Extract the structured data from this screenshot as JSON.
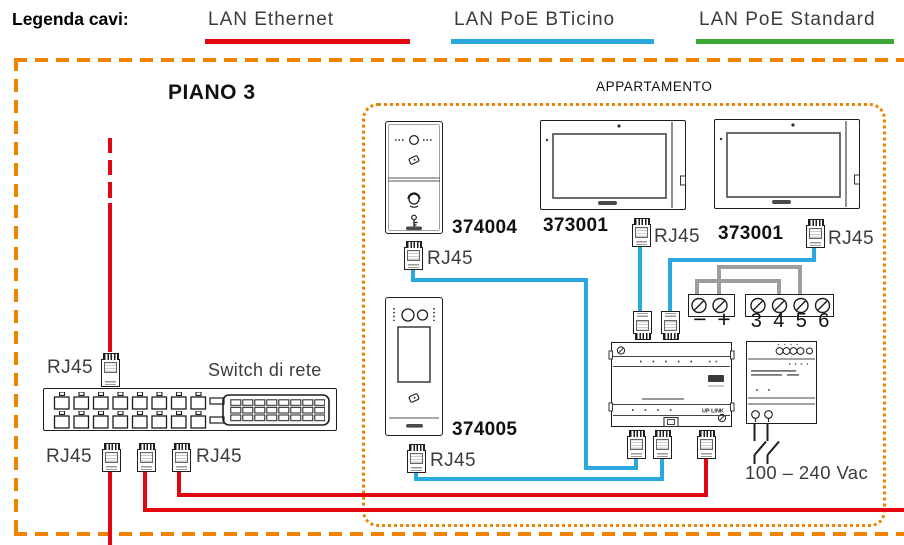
{
  "colors": {
    "red": "#E30613",
    "blue": "#2AA8E0",
    "green": "#3AAA35",
    "orange": "#EF8200",
    "gray": "#9D9D9C",
    "ink": "#1D1D1B",
    "label": "#3C3C3B"
  },
  "legend": {
    "title": "Legenda cavi:",
    "items": [
      {
        "label": "LAN Ethernet",
        "color": "#E30613"
      },
      {
        "label": "LAN PoE BTicino",
        "color": "#2AA8E0"
      },
      {
        "label": "LAN PoE Standard",
        "color": "#3AAA35"
      }
    ]
  },
  "zones": {
    "floor_label": "PIANO 3",
    "apartment_label": "APPARTAMENTO"
  },
  "network": {
    "switch_label": "Switch di rete",
    "rj45_label": "RJ45"
  },
  "devices": {
    "audio_entrance_code": "374004",
    "monitor1_code": "373001",
    "monitor2_code": "373001",
    "video_entrance_code": "374005"
  },
  "power": {
    "voltage_label": "100 – 240 Vac",
    "polarity": [
      "−",
      "+"
    ],
    "terminal_numbers": [
      "3",
      "4",
      "5",
      "6"
    ]
  },
  "central_unit": {
    "uplink_label": "UP LINK"
  }
}
